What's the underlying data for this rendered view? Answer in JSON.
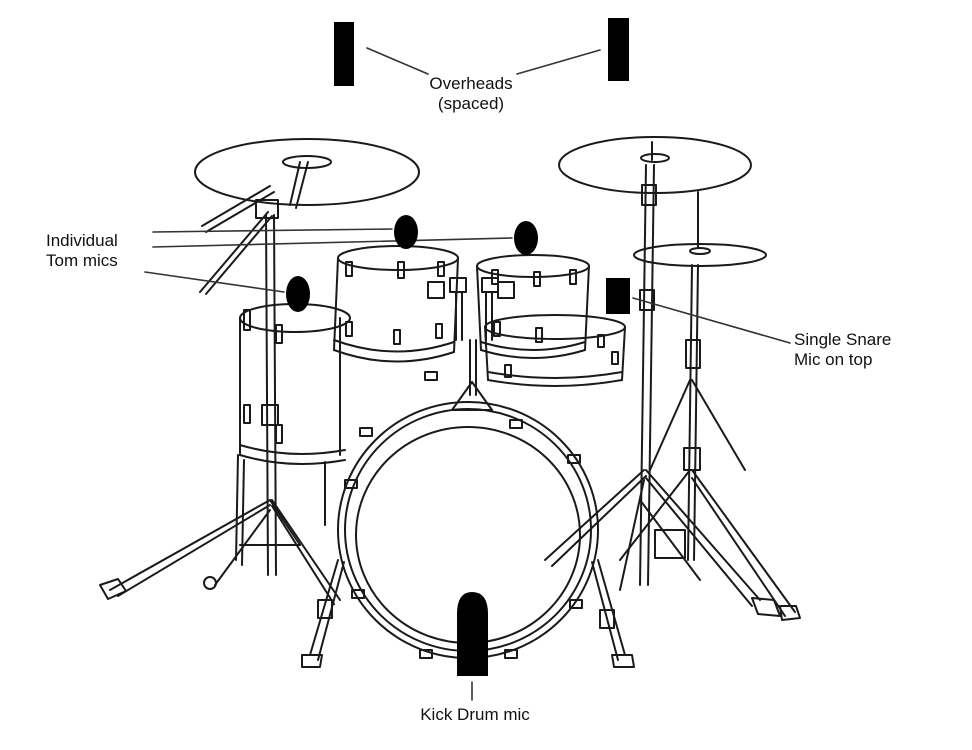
{
  "labels": {
    "overheads": {
      "line1": "Overheads",
      "line2": "(spaced)"
    },
    "tom_mics": {
      "line1": "Individual",
      "line2": "Tom mics"
    },
    "snare_mic": {
      "line1": "Single Snare",
      "line2": "Mic on top"
    },
    "kick_mic": {
      "line1": "Kick Drum mic"
    }
  },
  "colors": {
    "ink": "#111111",
    "mic": "#000000",
    "background": "#ffffff"
  }
}
